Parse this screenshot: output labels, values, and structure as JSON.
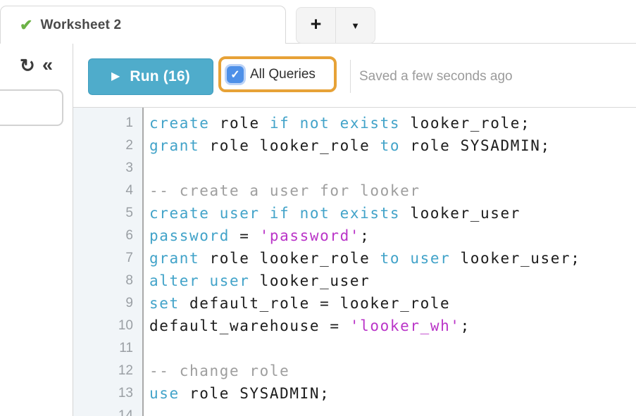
{
  "tab_bar": {
    "active_tab": {
      "check_icon": "✔",
      "label": "Worksheet 2"
    },
    "new_tab_button": "+",
    "tab_dropdown_icon": "▼"
  },
  "toolbar": {
    "refresh_icon": "↻",
    "collapse_icon": "«",
    "run_button": {
      "play_icon": "▶",
      "label": "Run (16)"
    },
    "all_queries": {
      "label": "All Queries",
      "checked": true,
      "checkmark": "✓"
    },
    "saved_status": "Saved a few seconds ago"
  },
  "editor": {
    "lines": [
      {
        "n": "1",
        "segs": [
          {
            "t": "create",
            "c": "kw"
          },
          {
            "t": " role ",
            "c": "d"
          },
          {
            "t": "if not exists",
            "c": "kw"
          },
          {
            "t": " looker_role;",
            "c": "d"
          }
        ]
      },
      {
        "n": "2",
        "segs": [
          {
            "t": "grant",
            "c": "kw"
          },
          {
            "t": " role looker_role ",
            "c": "d"
          },
          {
            "t": "to",
            "c": "kw"
          },
          {
            "t": " role SYSADMIN;",
            "c": "d"
          }
        ]
      },
      {
        "n": "3",
        "segs": []
      },
      {
        "n": "4",
        "segs": [
          {
            "t": "-- create a user for looker",
            "c": "com"
          }
        ]
      },
      {
        "n": "5",
        "segs": [
          {
            "t": "create user if not exists",
            "c": "kw"
          },
          {
            "t": " looker_user",
            "c": "d"
          }
        ]
      },
      {
        "n": "6",
        "segs": [
          {
            "t": "password",
            "c": "kw"
          },
          {
            "t": " = ",
            "c": "d"
          },
          {
            "t": "'password'",
            "c": "str"
          },
          {
            "t": ";",
            "c": "d"
          }
        ]
      },
      {
        "n": "7",
        "segs": [
          {
            "t": "grant",
            "c": "kw"
          },
          {
            "t": " role looker_role ",
            "c": "d"
          },
          {
            "t": "to user",
            "c": "kw"
          },
          {
            "t": " looker_user;",
            "c": "d"
          }
        ]
      },
      {
        "n": "8",
        "segs": [
          {
            "t": "alter user",
            "c": "kw"
          },
          {
            "t": " looker_user",
            "c": "d"
          }
        ]
      },
      {
        "n": "9",
        "segs": [
          {
            "t": "set",
            "c": "kw"
          },
          {
            "t": " default_role = looker_role",
            "c": "d"
          }
        ]
      },
      {
        "n": "10",
        "segs": [
          {
            "t": "default_warehouse = ",
            "c": "d"
          },
          {
            "t": "'looker_wh'",
            "c": "str"
          },
          {
            "t": ";",
            "c": "d"
          }
        ]
      },
      {
        "n": "11",
        "segs": []
      },
      {
        "n": "12",
        "segs": [
          {
            "t": "-- change role",
            "c": "com"
          }
        ]
      },
      {
        "n": "13",
        "segs": [
          {
            "t": "use",
            "c": "kw"
          },
          {
            "t": " role SYSADMIN;",
            "c": "d"
          }
        ]
      },
      {
        "n": "14",
        "segs": []
      }
    ]
  },
  "colors": {
    "run_button_bg": "#4FACCB",
    "highlight_border": "#E7A237",
    "checkbox_blue": "#4E90E8",
    "tab_check_green": "#6CB246",
    "keyword": "#42A3C9",
    "string": "#BA35C8",
    "comment": "#9E9E9E",
    "code_default": "#1C1C1C"
  }
}
